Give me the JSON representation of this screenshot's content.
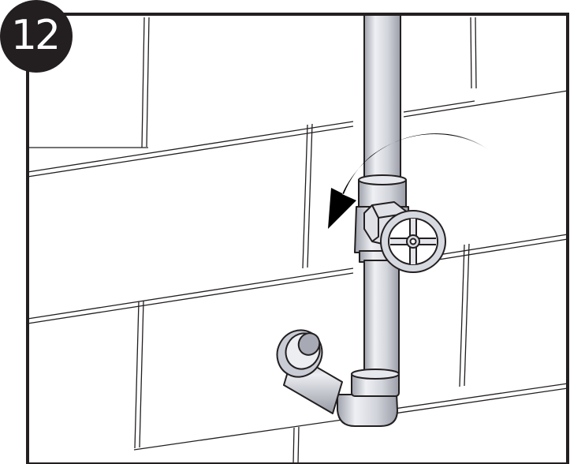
{
  "step": {
    "number": "12"
  },
  "illustration": {
    "subject": "shut-off-valve-on-wall-pipe",
    "action": "counterclockwise-rotation",
    "colors": {
      "frame": "#231f20",
      "tile_grout": "#231f20",
      "pipe_fill": "#d9dbe2",
      "pipe_shadow": "#aeb1bb",
      "arrow": "#000000"
    }
  }
}
